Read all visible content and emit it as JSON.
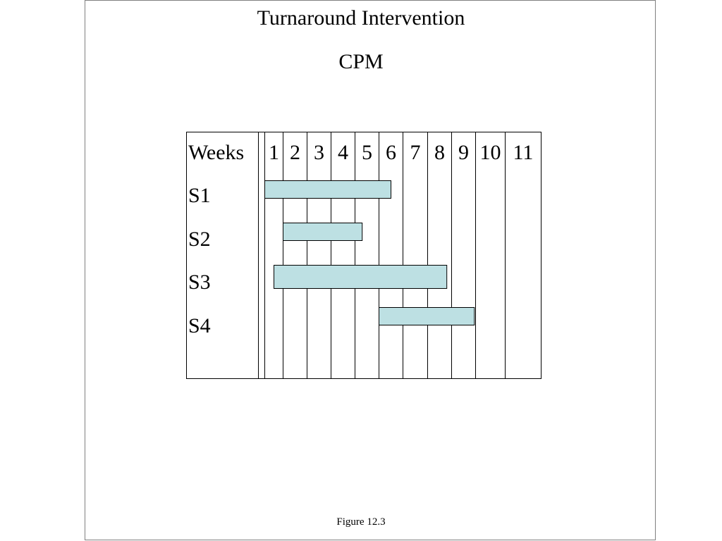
{
  "title": "Turnaround Intervention",
  "subtitle": "CPM",
  "caption": "Figure 12.3",
  "colors": {
    "bar_fill": "#bde0e3",
    "line": "#000000",
    "frame": "#808080"
  },
  "chart_data": {
    "type": "gantt",
    "header_label": "Weeks",
    "weeks": [
      "1",
      "2",
      "3",
      "4",
      "5",
      "6",
      "7",
      "8",
      "9",
      "10",
      "11"
    ],
    "tasks": [
      {
        "name": "S1",
        "start": 0.0,
        "end": 5.5
      },
      {
        "name": "S2",
        "start": 1.0,
        "end": 4.3
      },
      {
        "name": "S3",
        "start": 0.5,
        "end": 7.8
      },
      {
        "name": "S4",
        "start": 5.0,
        "end": 8.95
      }
    ]
  }
}
